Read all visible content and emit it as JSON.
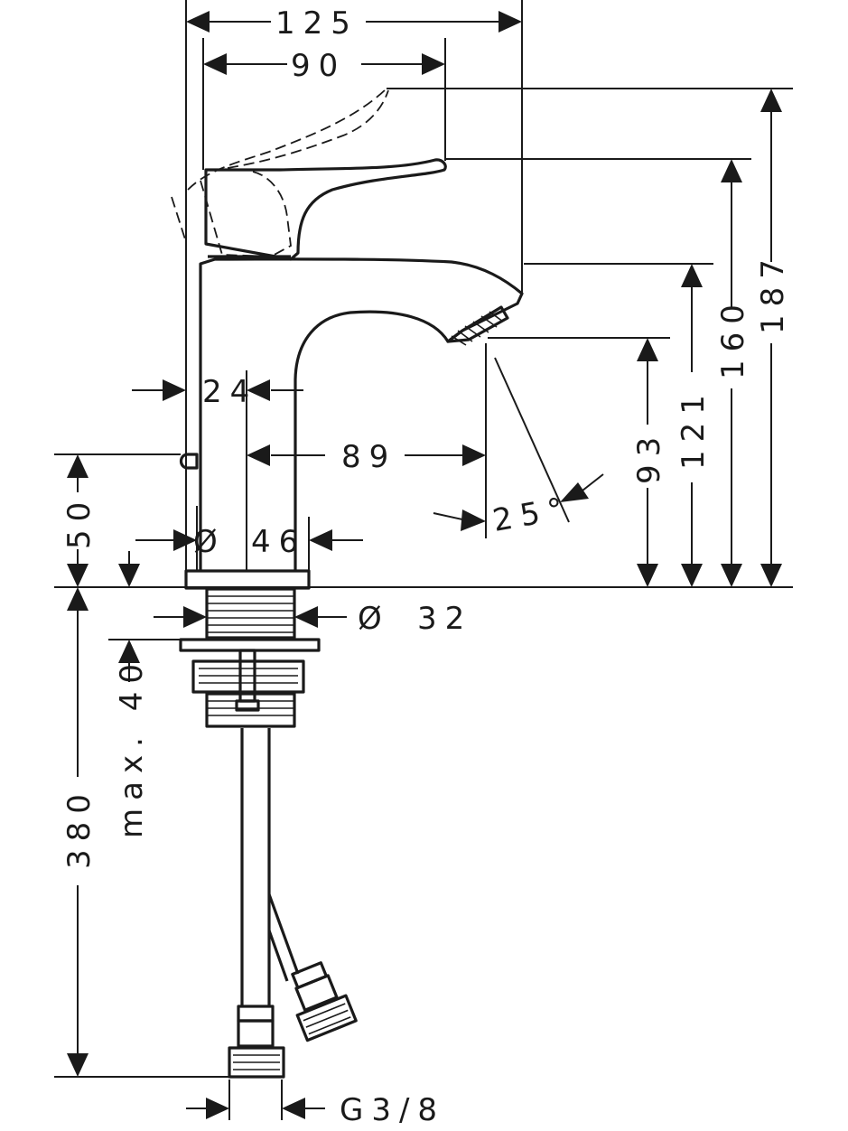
{
  "dimensions": {
    "overall_width": "125",
    "spout_handle_width": "90",
    "body_offset": "24",
    "spout_reach": "89",
    "body_diameter": "46",
    "shank_diameter": "32",
    "drain_rod_height": "50",
    "spout_angle": "25°",
    "outlet_height": "93",
    "spout_top_height": "121",
    "handle_height": "160",
    "total_height": "187",
    "max_deck_thickness": "max. 40",
    "hose_length": "380",
    "connection_thread": "G3/8"
  },
  "symbols": {
    "diameter": "Ø"
  },
  "colors": {
    "line": "#1a1a1a",
    "background": "#ffffff"
  }
}
